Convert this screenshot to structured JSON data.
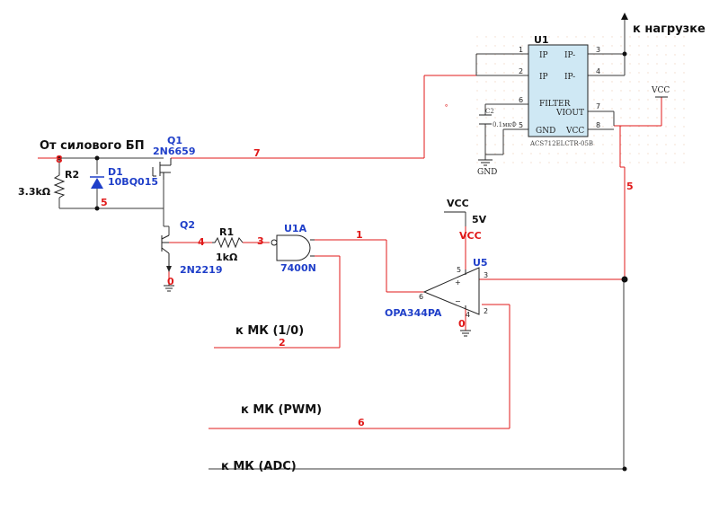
{
  "labels": {
    "power_source": "От силового БП",
    "to_load": "к нагрузке",
    "mk_10": "к МК (1/0)",
    "mk_pwm": "к МК (PWM)",
    "mk_adc": "к МК (ADC)"
  },
  "components": {
    "r2_ref": "R2",
    "r2_val": "3.3kΩ",
    "d1_ref": "D1",
    "d1_val": "10BQ015",
    "q1_ref": "Q1",
    "q1_val": "2N6659",
    "q2_ref": "Q2",
    "q2_val": "2N2219",
    "r1_ref": "R1",
    "r1_val": "1kΩ",
    "u1a_ref": "U1A",
    "u1a_val": "7400N",
    "u5_ref": "U5",
    "u5_val": "OPA344PA",
    "vcc_main": "VCC",
    "v5": "5V",
    "vcc_red": "VCC",
    "u1_ref": "U1",
    "u1_part": "ACS712ELCTR-05B",
    "vcc_right": "VCC",
    "gnd": "GND",
    "cap_ref": "C2",
    "cap_val": "0.1мкФ"
  },
  "chip_pins": {
    "ip1": "IP",
    "ip2": "IP",
    "ipm1": "IP-",
    "ipm2": "IP-",
    "filter": "FILTER",
    "viout": "VIOUT",
    "gnd": "GND",
    "vcc": "VCC"
  },
  "pin_numbers": {
    "p1": "1",
    "p2": "2",
    "p3": "3",
    "p4": "4",
    "p5": "5",
    "p6": "6",
    "p7": "7",
    "p8": "8",
    "opa_plus": "+",
    "opa_minus": "−",
    "opa_p3": "3",
    "opa_p6": "6",
    "opa_p5": "5",
    "opa_p4": "4",
    "opa_p2": "2"
  },
  "nets": {
    "n8": "8",
    "n5a": "5",
    "n7": "7",
    "n4": "4",
    "n3": "3",
    "n1": "1",
    "n0a": "0",
    "n0b": "0",
    "n2": "2",
    "n6": "6",
    "n5b": "5"
  },
  "colors": {
    "wire_dark": "#3a3a3a",
    "wire_red": "#e01818",
    "component_blue": "#1f3fc9",
    "grid_dot": "#f0d9c9"
  }
}
